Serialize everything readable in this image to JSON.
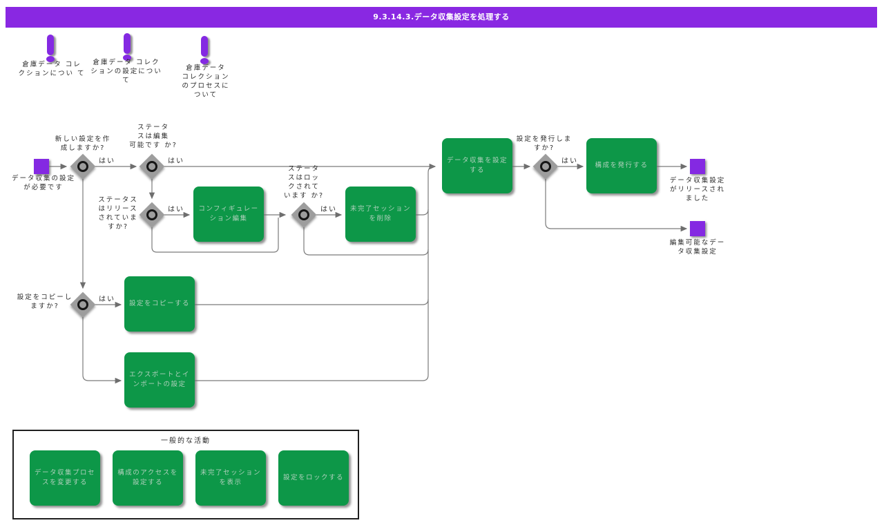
{
  "title": "9.3.14.3.データ収集設定を処理する",
  "annotations": [
    "倉庫データ コレ\nクションについ て",
    "倉庫データ コレク\nションの設定につい\nて",
    "倉庫データ\nコレクション\nのプロセスに\nついて"
  ],
  "events": {
    "start": "データ収集の設定\nが必要です",
    "end_released": "データ収集設定\nがリリースされ\nました",
    "end_editable": "編集可能なデー\nタ収集設定"
  },
  "gateways": {
    "create_new": "新しい設定を作\n成しますか?",
    "status_editable": "ステータ\nスは編集\n可能です か?",
    "status_released": "ステータス\nはリリース\nされていま\nすか?",
    "status_locked": "ステータ\nスはロッ\nクされて\nいます か?",
    "copy": "設定をコピーし\nますか?",
    "publish": "設定を発行しま\nすか?"
  },
  "labels": {
    "yes": "はい"
  },
  "tasks": {
    "edit_config": "コンフィギュレー\nション編集",
    "delete_session": "未完了セッション\nを削除",
    "setup_collection": "データ収集を設定\nする",
    "publish_config": "構成を発行する",
    "copy_config": "設定をコピーする",
    "export_import": "エクスポートとイ\nンポートの設定"
  },
  "legend": {
    "title": "一般的な活動",
    "tasks": [
      "データ収集プロセ\nスを変更する",
      "構成のアクセスを\n設定する",
      "未完了セッション\nを表示",
      "設定をロックする"
    ]
  },
  "colors": {
    "purple": "#8429E2",
    "green": "#0D9748",
    "line_gray": "#6e6e6e"
  }
}
